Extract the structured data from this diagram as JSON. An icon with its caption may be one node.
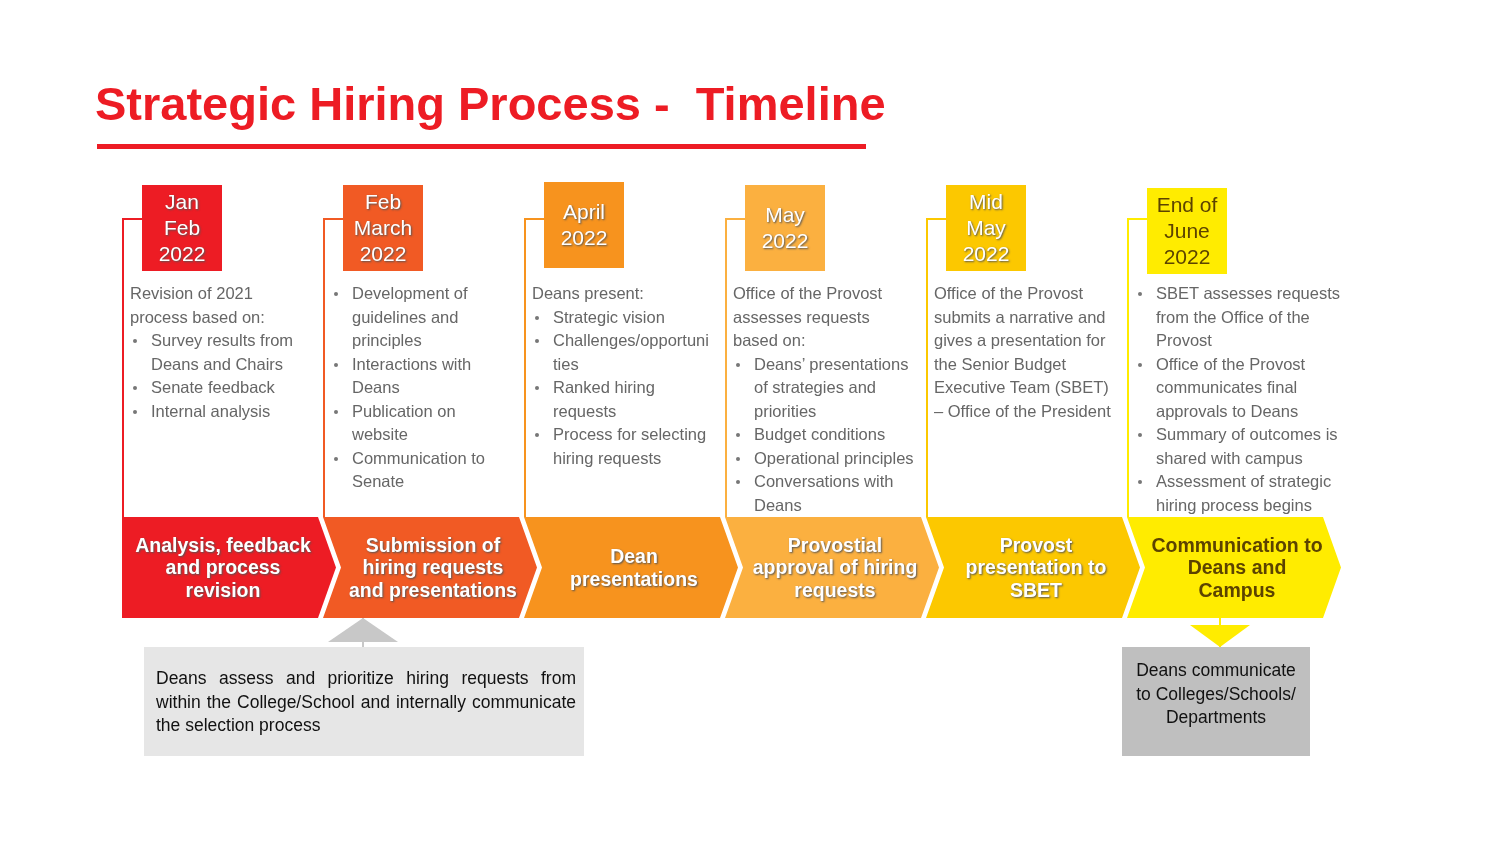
{
  "diagram": {
    "title": "Strategic Hiring Process -  Timeline",
    "nodes": [
      {
        "text": [
          "Jan Feb 2022"
        ]
      },
      {
        "text": [
          "Feb March 2022"
        ]
      },
      {
        "text": [
          "April 2022"
        ]
      },
      {
        "text": [
          "May 2022"
        ]
      },
      {
        "text": [
          "Mid May 2022"
        ]
      },
      {
        "text": [
          "End of June 2022"
        ]
      },
      {
        "text": [
          "Revision of 2021 process based on:",
          "Survey results from Deans and Chairs",
          "Senate feedback",
          "Internal analysis"
        ]
      },
      {
        "text": [
          "Development of guidelines and principles",
          "Interactions  with Deans",
          "Publication on website",
          "Communication to Senate"
        ]
      },
      {
        "text": [
          "Deans present:",
          "Strategic vision",
          "Challenges/opportuni ties",
          "Ranked hiring requests",
          "Process for selecting hiring requests"
        ]
      },
      {
        "text": [
          "Office of the Provost assesses requests based on:",
          "Deans’ presentations of strategies and priorities",
          "Budget conditions",
          "Operational principles",
          "Conversations with Deans"
        ]
      },
      {
        "text": [
          "Office of the Provost submits a narrative and gives a presentation for the Senior Budget Executive Team (SBET) – Office of the President"
        ]
      },
      {
        "text": [
          "SBET assesses requests from the Office of the Provost",
          "Office of the Provost communicates final approvals to Deans",
          "Summary of outcomes is shared with campus",
          "Assessment of strategic hiring process begins"
        ]
      },
      {
        "text": [
          "Analysis, feedback and process revision"
        ]
      },
      {
        "text": [
          "Submission of hiring requests and presentations"
        ]
      },
      {
        "text": [
          "Dean presentations"
        ]
      },
      {
        "text": [
          "Provostial approval of hiring requests"
        ]
      },
      {
        "text": [
          "Provost presentation to SBET"
        ]
      },
      {
        "text": [
          "Communication to Deans and Campus"
        ]
      },
      {
        "text": [
          "Deans assess and prioritize hiring requests from within the College/School and internally communicate the selection process"
        ]
      },
      {
        "text": [
          "Deans communicate to Colleges/Schools/ Departments"
        ]
      }
    ],
    "edges": [
      {
        "from": 18,
        "to": 13,
        "arrow": "to",
        "color": "#c8c8c8"
      },
      {
        "from": 17,
        "to": 19,
        "arrow": "to",
        "color": "#ffec00"
      }
    ]
  }
}
